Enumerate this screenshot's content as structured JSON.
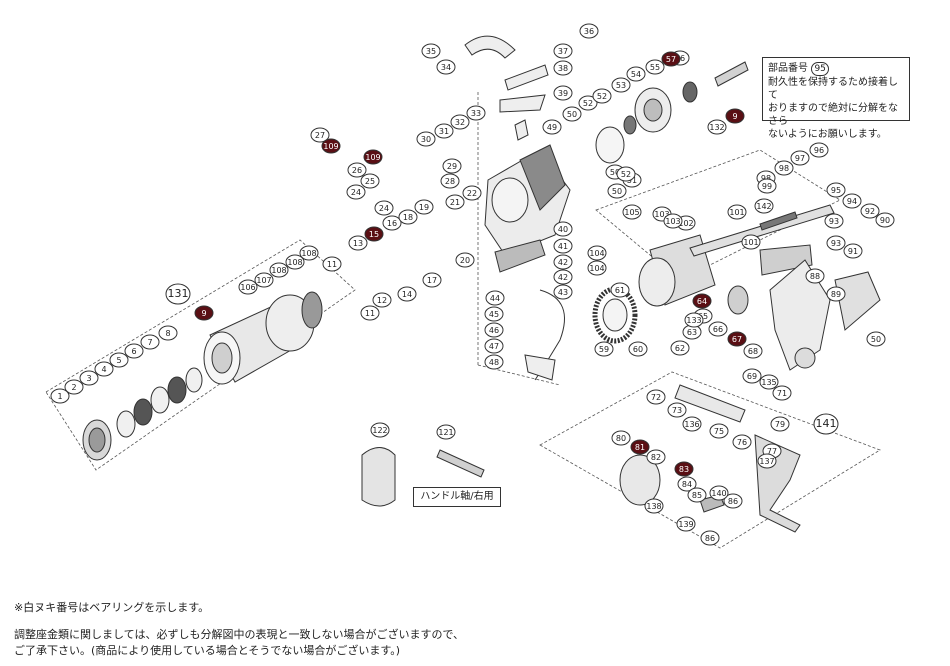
{
  "parts": [
    {
      "n": "1",
      "b": false
    },
    {
      "n": "2",
      "b": false
    },
    {
      "n": "3",
      "b": false
    },
    {
      "n": "4",
      "b": false
    },
    {
      "n": "5",
      "b": false
    },
    {
      "n": "6",
      "b": false
    },
    {
      "n": "7",
      "b": false
    },
    {
      "n": "8",
      "b": false
    },
    {
      "n": "9",
      "b": true
    },
    {
      "n": "11",
      "b": false
    },
    {
      "n": "11",
      "b": false
    },
    {
      "n": "12",
      "b": false
    },
    {
      "n": "13",
      "b": false
    },
    {
      "n": "14",
      "b": false
    },
    {
      "n": "15",
      "b": true
    },
    {
      "n": "16",
      "b": false
    },
    {
      "n": "17",
      "b": false
    },
    {
      "n": "18",
      "b": false
    },
    {
      "n": "19",
      "b": false
    },
    {
      "n": "20",
      "b": false
    },
    {
      "n": "21",
      "b": false
    },
    {
      "n": "22",
      "b": false
    },
    {
      "n": "24",
      "b": false
    },
    {
      "n": "24",
      "b": false
    },
    {
      "n": "25",
      "b": false
    },
    {
      "n": "26",
      "b": false
    },
    {
      "n": "27",
      "b": false
    },
    {
      "n": "28",
      "b": false
    },
    {
      "n": "29",
      "b": false
    },
    {
      "n": "30",
      "b": false
    },
    {
      "n": "31",
      "b": false
    },
    {
      "n": "32",
      "b": false
    },
    {
      "n": "33",
      "b": false
    },
    {
      "n": "34",
      "b": false
    },
    {
      "n": "35",
      "b": false
    },
    {
      "n": "36",
      "b": false
    },
    {
      "n": "37",
      "b": false
    },
    {
      "n": "38",
      "b": false
    },
    {
      "n": "39",
      "b": false
    },
    {
      "n": "40",
      "b": false
    },
    {
      "n": "41",
      "b": false
    },
    {
      "n": "42",
      "b": false
    },
    {
      "n": "42",
      "b": false
    },
    {
      "n": "43",
      "b": false
    },
    {
      "n": "44",
      "b": false
    },
    {
      "n": "45",
      "b": false
    },
    {
      "n": "46",
      "b": false
    },
    {
      "n": "47",
      "b": false
    },
    {
      "n": "48",
      "b": false
    },
    {
      "n": "49",
      "b": false
    },
    {
      "n": "50",
      "b": false
    },
    {
      "n": "50",
      "b": false
    },
    {
      "n": "50",
      "b": false
    },
    {
      "n": "51",
      "b": false
    },
    {
      "n": "52",
      "b": false
    },
    {
      "n": "52",
      "b": false
    },
    {
      "n": "52",
      "b": false
    },
    {
      "n": "53",
      "b": false
    },
    {
      "n": "54",
      "b": false
    },
    {
      "n": "55",
      "b": false
    },
    {
      "n": "56",
      "b": false
    },
    {
      "n": "57",
      "b": true
    },
    {
      "n": "9",
      "b": true
    },
    {
      "n": "132",
      "b": false
    },
    {
      "n": "59",
      "b": false
    },
    {
      "n": "60",
      "b": false
    },
    {
      "n": "61",
      "b": false
    },
    {
      "n": "62",
      "b": false
    },
    {
      "n": "63",
      "b": false
    },
    {
      "n": "64",
      "b": true
    },
    {
      "n": "65",
      "b": false
    },
    {
      "n": "66",
      "b": false
    },
    {
      "n": "67",
      "b": true
    },
    {
      "n": "68",
      "b": false
    },
    {
      "n": "69",
      "b": false
    },
    {
      "n": "71",
      "b": false
    },
    {
      "n": "72",
      "b": false
    },
    {
      "n": "73",
      "b": false
    },
    {
      "n": "75",
      "b": false
    },
    {
      "n": "76",
      "b": false
    },
    {
      "n": "77",
      "b": false
    },
    {
      "n": "79",
      "b": false
    },
    {
      "n": "80",
      "b": false
    },
    {
      "n": "81",
      "b": true
    },
    {
      "n": "82",
      "b": false
    },
    {
      "n": "83",
      "b": true
    },
    {
      "n": "84",
      "b": false
    },
    {
      "n": "85",
      "b": false
    },
    {
      "n": "86",
      "b": false
    },
    {
      "n": "86",
      "b": false
    },
    {
      "n": "88",
      "b": false
    },
    {
      "n": "89",
      "b": false
    },
    {
      "n": "90",
      "b": false
    },
    {
      "n": "91",
      "b": false
    },
    {
      "n": "92",
      "b": false
    },
    {
      "n": "93",
      "b": false
    },
    {
      "n": "93",
      "b": false
    },
    {
      "n": "94",
      "b": false
    },
    {
      "n": "95",
      "b": false
    },
    {
      "n": "96",
      "b": false
    },
    {
      "n": "97",
      "b": false
    },
    {
      "n": "98",
      "b": false
    },
    {
      "n": "98",
      "b": false
    },
    {
      "n": "99",
      "b": false
    },
    {
      "n": "101",
      "b": false
    },
    {
      "n": "101",
      "b": false
    },
    {
      "n": "102",
      "b": false
    },
    {
      "n": "103",
      "b": false
    },
    {
      "n": "103",
      "b": false
    },
    {
      "n": "104",
      "b": false
    },
    {
      "n": "104",
      "b": false
    },
    {
      "n": "105",
      "b": false
    },
    {
      "n": "106",
      "b": false
    },
    {
      "n": "107",
      "b": false
    },
    {
      "n": "108",
      "b": false
    },
    {
      "n": "108",
      "b": false
    },
    {
      "n": "108",
      "b": false
    },
    {
      "n": "109",
      "b": true
    },
    {
      "n": "109",
      "b": true
    },
    {
      "n": "121",
      "b": false
    },
    {
      "n": "122",
      "b": false
    },
    {
      "n": "131",
      "b": false
    },
    {
      "n": "133",
      "b": false
    },
    {
      "n": "135",
      "b": false
    },
    {
      "n": "136",
      "b": false
    },
    {
      "n": "137",
      "b": false
    },
    {
      "n": "138",
      "b": false
    },
    {
      "n": "139",
      "b": false
    },
    {
      "n": "140",
      "b": false
    },
    {
      "n": "141",
      "b": false
    },
    {
      "n": "142",
      "b": false
    },
    {
      "n": "50",
      "b": false
    }
  ],
  "note": {
    "line1": "部品番号",
    "badge": "95",
    "line2": "耐久性を保持するため接着して",
    "line3": "おりますので絶対に分解をなさら",
    "line4": "ないようにお願いします。"
  },
  "shaft_label": "ハンドル軸/右用",
  "footnotes": {
    "bearing": "※白ヌキ番号はベアリングを示します。",
    "washer1": "調整座金類に関しましては、必ずしも分解図中の表現と一致しない場合がございますので、",
    "washer2": "ご了承下さい。(商品により使用している場合とそうでない場合がございます。)"
  },
  "colors": {
    "line": "#333333",
    "part_fill": "#f2f2f2",
    "part_dark": "#6a6a6a",
    "bearing_badge": "#5a0f14"
  }
}
